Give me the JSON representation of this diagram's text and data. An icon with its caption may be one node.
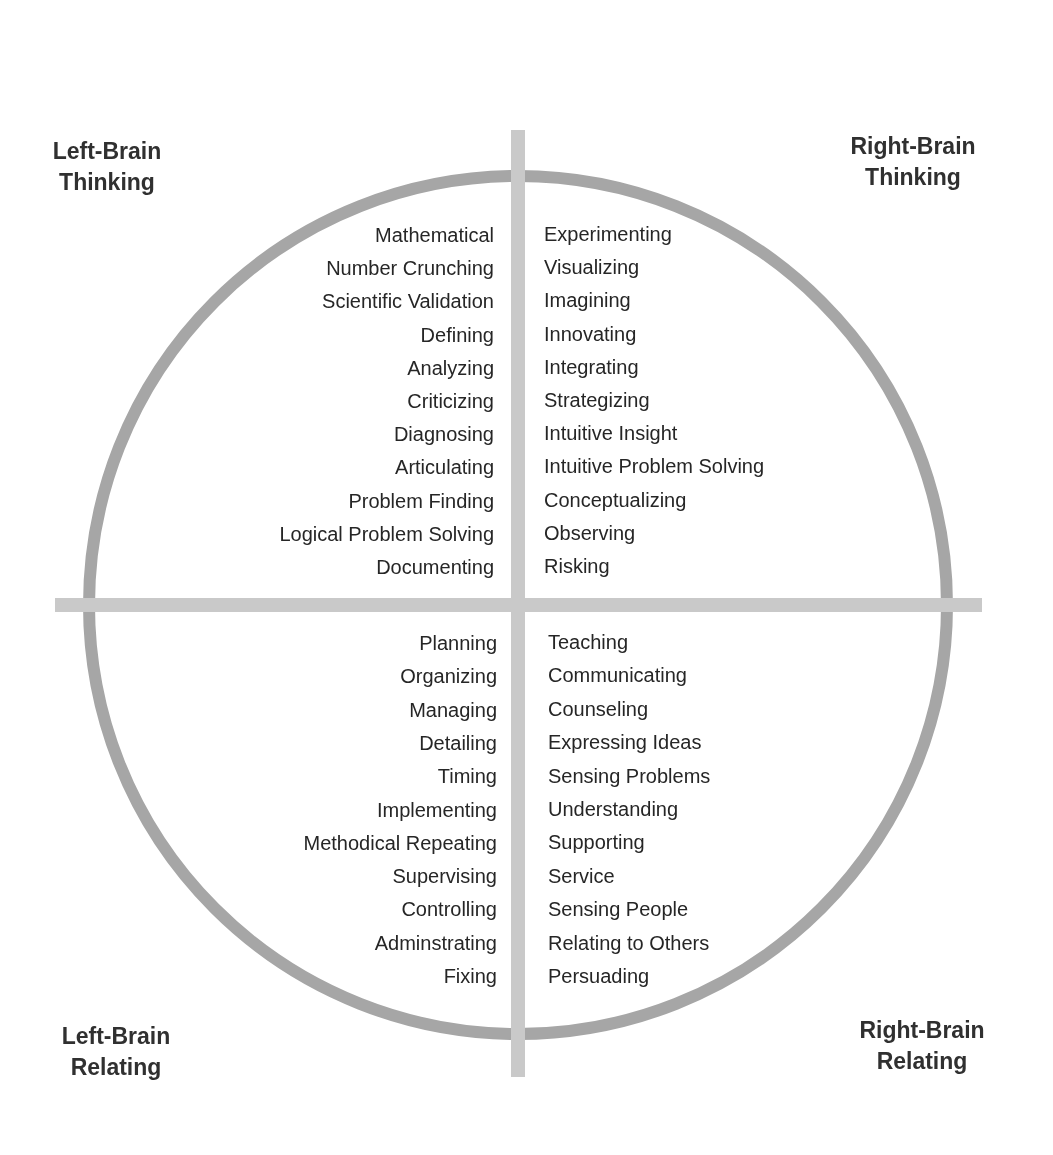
{
  "diagram": {
    "nodes": [
      {
        "text": [
          "Left-Brain Thinking",
          "Mathematical",
          "Number Crunching",
          "Scientific Validation",
          "Defining",
          "Analyzing",
          "Criticizing",
          "Diagnosing",
          "Articulating",
          "Problem Finding",
          "Logical Problem Solving",
          "Documenting"
        ]
      },
      {
        "text": [
          "Right-Brain Thinking",
          "Experimenting",
          "Visualizing",
          "Imagining",
          "Innovating",
          "Integrating",
          "Strategizing",
          "Intuitive Insight",
          "Intuitive Problem Solving",
          "Conceptualizing",
          "Observing",
          "Risking"
        ]
      },
      {
        "text": [
          "Left-Brain Relating",
          "Planning",
          "Organizing",
          "Managing",
          "Detailing",
          "Timing",
          "Implementing",
          "Methodical Repeating",
          "Supervising",
          "Controlling",
          "Adminstrating",
          "Fixing"
        ]
      },
      {
        "text": [
          "Right-Brain Relating",
          "Teaching",
          "Communicating",
          "Counseling",
          "Expressing Ideas",
          "Sensing Problems",
          "Understanding",
          "Supporting",
          "Service",
          "Sensing People",
          "Relating to Others",
          "Persuading"
        ]
      }
    ]
  }
}
